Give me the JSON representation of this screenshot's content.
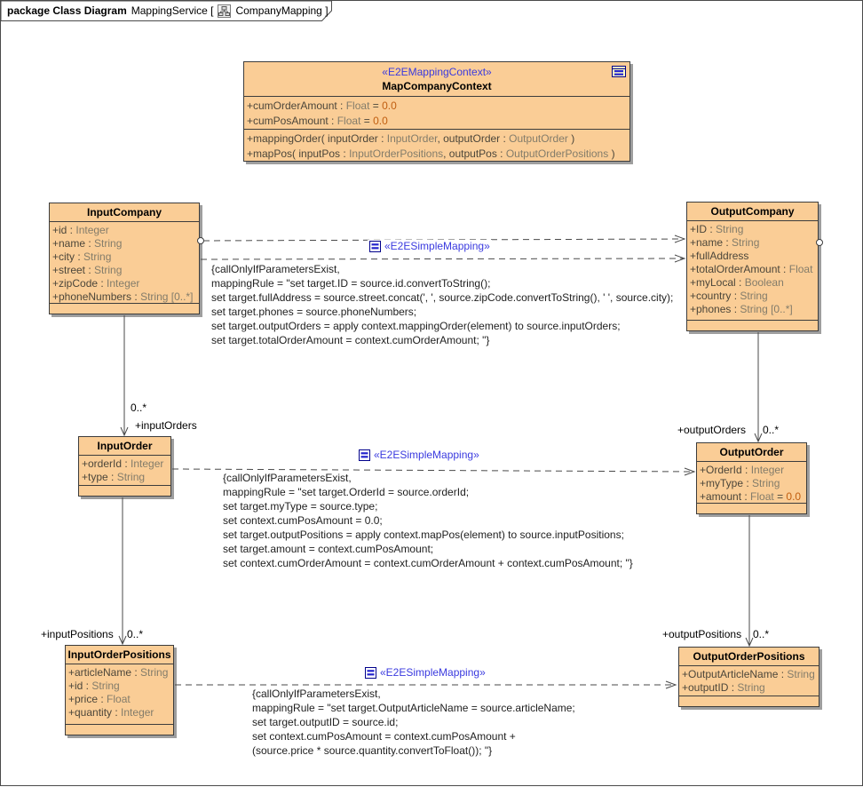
{
  "tab": {
    "keyword": "package Class Diagram",
    "context": "MappingService [",
    "name": "CompanyMapping ]"
  },
  "colors": {
    "class_fill": "#FACD96",
    "class_border": "#3C3C3C",
    "shadow_gray": "#9E9E9E",
    "stereotype_blue": "#3A3ADF",
    "member_name": "#4C463A",
    "member_type": "#837C6A",
    "default_value_orange": "#C05E10",
    "connector_gray": "#4A4A4A"
  },
  "classes": {
    "map_company_context": {
      "stereotype": "«E2EMappingContext»",
      "name": "MapCompanyContext",
      "attrs": [
        [
          {
            "s": "+cumOrderAmount : ",
            "k": "n"
          },
          {
            "s": "Float",
            "k": "t"
          },
          {
            "s": " = ",
            "k": "n"
          },
          {
            "s": "0.0",
            "k": "v"
          }
        ],
        [
          {
            "s": "+cumPosAmount : ",
            "k": "n"
          },
          {
            "s": "Float",
            "k": "t"
          },
          {
            "s": " = ",
            "k": "n"
          },
          {
            "s": "0.0",
            "k": "v"
          }
        ]
      ],
      "ops": [
        [
          {
            "s": "+mappingOrder( inputOrder : ",
            "k": "n"
          },
          {
            "s": "InputOrder",
            "k": "t"
          },
          {
            "s": ", outputOrder : ",
            "k": "n"
          },
          {
            "s": "OutputOrder",
            "k": "t"
          },
          {
            "s": " )",
            "k": "n"
          }
        ],
        [
          {
            "s": "+mapPos( inputPos : ",
            "k": "n"
          },
          {
            "s": "InputOrderPositions",
            "k": "t"
          },
          {
            "s": ", outputPos : ",
            "k": "n"
          },
          {
            "s": "OutputOrderPositions",
            "k": "t"
          },
          {
            "s": " )",
            "k": "n"
          }
        ]
      ]
    },
    "input_company": {
      "name": "InputCompany",
      "attrs": [
        [
          {
            "s": "+id : ",
            "k": "n"
          },
          {
            "s": "Integer",
            "k": "t"
          }
        ],
        [
          {
            "s": "+name : ",
            "k": "n"
          },
          {
            "s": "String",
            "k": "t"
          }
        ],
        [
          {
            "s": "+city : ",
            "k": "n"
          },
          {
            "s": "String",
            "k": "t"
          }
        ],
        [
          {
            "s": "+street : ",
            "k": "n"
          },
          {
            "s": "String",
            "k": "t"
          }
        ],
        [
          {
            "s": "+zipCode : ",
            "k": "n"
          },
          {
            "s": "Integer",
            "k": "t"
          }
        ],
        [
          {
            "s": "+phoneNumbers : ",
            "k": "n"
          },
          {
            "s": "String [0..*]",
            "k": "t"
          }
        ]
      ]
    },
    "output_company": {
      "name": "OutputCompany",
      "attrs": [
        [
          {
            "s": "+ID : ",
            "k": "n"
          },
          {
            "s": "String",
            "k": "t"
          }
        ],
        [
          {
            "s": "+name : ",
            "k": "n"
          },
          {
            "s": "String",
            "k": "t"
          }
        ],
        [
          {
            "s": "+fullAddress",
            "k": "n"
          }
        ],
        [
          {
            "s": "+totalOrderAmount : ",
            "k": "n"
          },
          {
            "s": "Float",
            "k": "t"
          }
        ],
        [
          {
            "s": "+myLocal : ",
            "k": "n"
          },
          {
            "s": "Boolean",
            "k": "t"
          }
        ],
        [
          {
            "s": "+country : ",
            "k": "n"
          },
          {
            "s": "String",
            "k": "t"
          }
        ],
        [
          {
            "s": "+phones : ",
            "k": "n"
          },
          {
            "s": "String [0..*]",
            "k": "t"
          }
        ]
      ]
    },
    "input_order": {
      "name": "InputOrder",
      "attrs": [
        [
          {
            "s": "+orderId : ",
            "k": "n"
          },
          {
            "s": "Integer",
            "k": "t"
          }
        ],
        [
          {
            "s": "+type : ",
            "k": "n"
          },
          {
            "s": "String",
            "k": "t"
          }
        ]
      ]
    },
    "output_order": {
      "name": "OutputOrder",
      "attrs": [
        [
          {
            "s": "+OrderId : ",
            "k": "n"
          },
          {
            "s": "Integer",
            "k": "t"
          }
        ],
        [
          {
            "s": "+myType : ",
            "k": "n"
          },
          {
            "s": "String",
            "k": "t"
          }
        ],
        [
          {
            "s": "+amount : ",
            "k": "n"
          },
          {
            "s": "Float",
            "k": "t"
          },
          {
            "s": " = ",
            "k": "n"
          },
          {
            "s": "0.0",
            "k": "v"
          }
        ]
      ]
    },
    "input_order_positions": {
      "name": "InputOrderPositions",
      "attrs": [
        [
          {
            "s": "+articleName : ",
            "k": "n"
          },
          {
            "s": "String",
            "k": "t"
          }
        ],
        [
          {
            "s": "+id : ",
            "k": "n"
          },
          {
            "s": "String",
            "k": "t"
          }
        ],
        [
          {
            "s": "+price : ",
            "k": "n"
          },
          {
            "s": "Float",
            "k": "t"
          }
        ],
        [
          {
            "s": "+quantity : ",
            "k": "n"
          },
          {
            "s": "Integer",
            "k": "t"
          }
        ]
      ]
    },
    "output_order_positions": {
      "name": "OutputOrderPositions",
      "attrs": [
        [
          {
            "s": "+OutputArticleName : ",
            "k": "n"
          },
          {
            "s": "String",
            "k": "t"
          }
        ],
        [
          {
            "s": "+outputID : ",
            "k": "n"
          },
          {
            "s": "String",
            "k": "t"
          }
        ]
      ]
    }
  },
  "mappings": [
    {
      "stereotype": "«E2ESimpleMapping»",
      "constraint_lines": [
        "{callOnlyIfParametersExist,",
        "mappingRule = \"set target.ID = source.id.convertToString();",
        "set target.fullAddress = source.street.concat(', ', source.zipCode.convertToString(), ' ', source.city);",
        "set target.phones = source.phoneNumbers;",
        "set target.outputOrders = apply context.mappingOrder(element) to source.inputOrders;",
        "set target.totalOrderAmount = context.cumOrderAmount; \"}"
      ]
    },
    {
      "stereotype": "«E2ESimpleMapping»",
      "constraint_lines": [
        "{callOnlyIfParametersExist,",
        "mappingRule = \"set target.OrderId = source.orderId;",
        "set target.myType = source.type;",
        "set context.cumPosAmount = 0.0;",
        "set target.outputPositions = apply context.mapPos(element) to source.inputPositions;",
        "set target.amount = context.cumPosAmount;",
        "set context.cumOrderAmount = context.cumOrderAmount + context.cumPosAmount; \"}"
      ]
    },
    {
      "stereotype": "«E2ESimpleMapping»",
      "constraint_lines": [
        "{callOnlyIfParametersExist,",
        "mappingRule = \"set target.OutputArticleName = source.articleName;",
        "set target.outputID = source.id;",
        "set context.cumPosAmount = context.cumPosAmount +",
        "(source.price * source.quantity.convertToFloat()); \"}"
      ]
    }
  ],
  "assoc_labels": {
    "input_orders_mult": "0..*",
    "input_orders_role": "+inputOrders",
    "output_orders_role": "+outputOrders",
    "output_orders_mult": "0..*",
    "input_positions_role": "+inputPositions",
    "input_positions_mult": "0..*",
    "output_positions_role": "+outputPositions",
    "output_positions_mult": "0..*"
  }
}
